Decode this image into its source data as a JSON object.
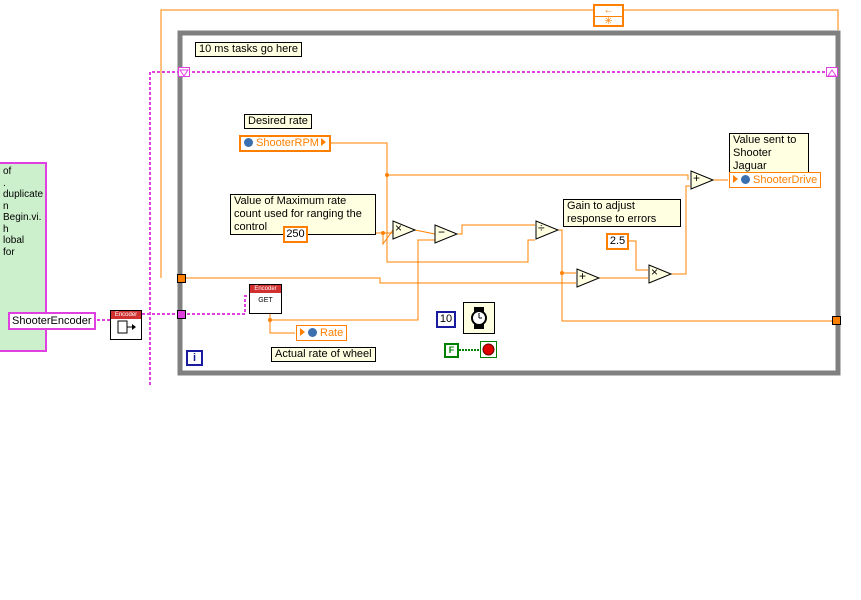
{
  "labels": {
    "task_comment": "10 ms tasks go here",
    "desired_rate": "Desired rate",
    "max_rate": "Value of Maximum rate count used for ranging the control",
    "gain": "Gain to adjust response to errors",
    "value_sent": "Value sent to Shooter Jaguar",
    "actual_rate": "Actual rate of wheel"
  },
  "controls": {
    "shooter_rpm": "ShooterRPM",
    "shooter_drive": "ShooterDrive",
    "rate": "Rate",
    "shooter_encoder": "ShooterEncoder"
  },
  "constants": {
    "max_count": "250",
    "gain_value": "2.5",
    "wait_ms": "10",
    "stop_bool": "F"
  },
  "encoder": {
    "header": "Encoder",
    "get_label": "GET"
  },
  "operators": {
    "multiply": "×",
    "subtract": "−",
    "divide": "÷",
    "add": "+"
  },
  "left_comment_lines": [
    "of",
    ".",
    "",
    "duplicate",
    "n",
    "Begin.vi.",
    "",
    "h",
    "lobal",
    "for"
  ],
  "info_glyph": "i",
  "colors": {
    "loop_border": "#808080",
    "wire_numeric": "#ff8000",
    "wire_refnum": "#e040e0",
    "comment_bg": "#ccf0cc",
    "comment_border": "#e040e0"
  }
}
